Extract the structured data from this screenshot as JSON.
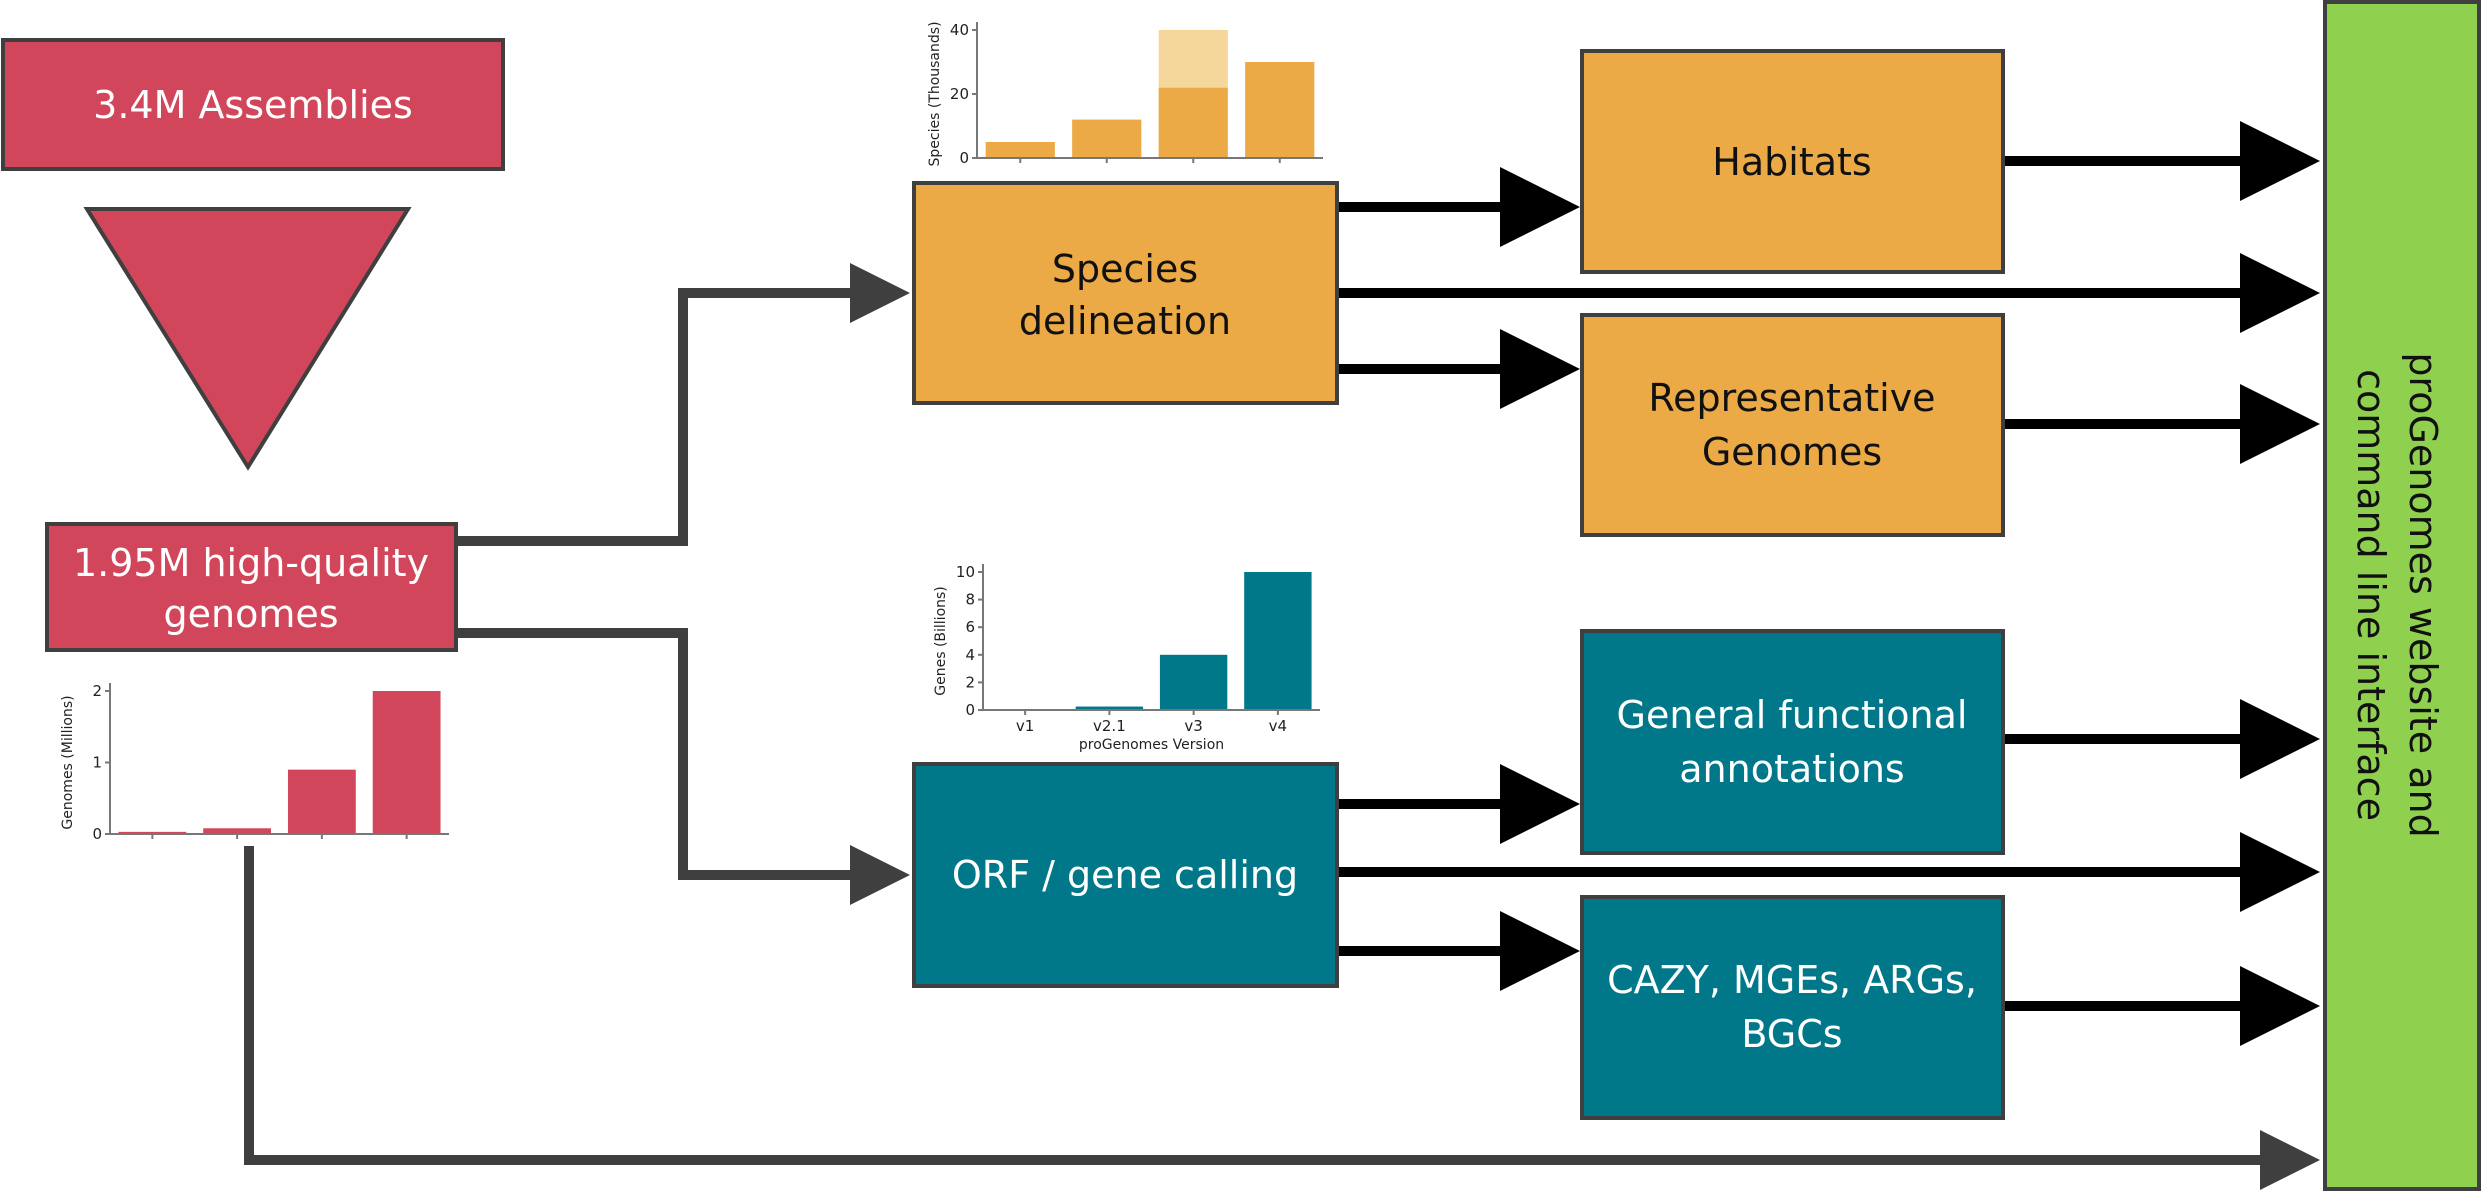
{
  "colors": {
    "red": "#d1465a",
    "orange": "#ebaa45",
    "orange_light": "#f5d79c",
    "teal": "#00788a",
    "green": "#8fd14f",
    "gray_arrow": "#3f3f3f",
    "black_arrow": "#000000"
  },
  "nodes": {
    "assemblies": "3.4M Assemblies",
    "hq_genomes": [
      "1.95M high-quality",
      "genomes"
    ],
    "species": [
      "Species",
      "delineation"
    ],
    "habitats": "Habitats",
    "representative": [
      "Representative",
      "Genomes"
    ],
    "orf": "ORF / gene calling",
    "functional": [
      "General functional",
      "annotations"
    ],
    "cazy": [
      "CAZY, MGEs, ARGs,",
      "BGCs"
    ],
    "website": [
      "proGenomes website and",
      "command line interface"
    ]
  },
  "chart_data": [
    {
      "type": "bar",
      "ylabel": "Genomes (Millions)",
      "ylim": [
        0,
        2
      ],
      "yticks": [
        "0",
        "1",
        "2"
      ],
      "categories": [
        "",
        "",
        "",
        ""
      ],
      "values": [
        0.03,
        0.08,
        0.9,
        2.0
      ],
      "color": "#d1465a"
    },
    {
      "type": "bar",
      "ylabel": "Species (Thousands)",
      "ylim": [
        0,
        40
      ],
      "yticks": [
        "0",
        "20",
        "40"
      ],
      "categories": [
        "",
        "",
        "",
        ""
      ],
      "values": [
        5,
        12,
        22,
        30
      ],
      "stacked_extra": [
        0,
        0,
        18,
        0
      ],
      "color": "#ebaa45",
      "extra_color": "#f5d79c"
    },
    {
      "type": "bar",
      "ylabel": "Genes (Billions)",
      "xlabel": "proGenomes Version",
      "ylim": [
        0,
        10
      ],
      "yticks": [
        "0",
        "2",
        "4",
        "6",
        "8",
        "10"
      ],
      "categories": [
        "v1",
        "v2.1",
        "v3",
        "v4"
      ],
      "values": [
        0.05,
        0.25,
        4,
        10
      ],
      "color": "#00788a"
    }
  ]
}
